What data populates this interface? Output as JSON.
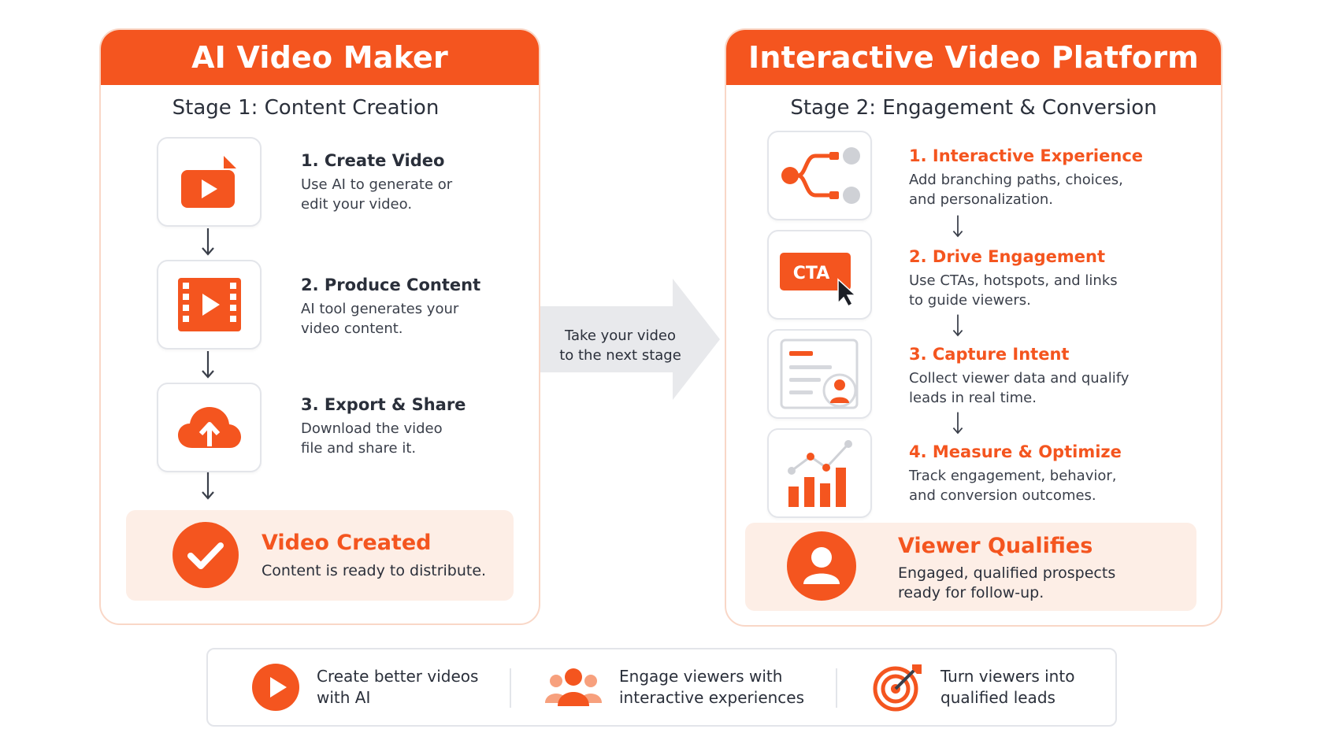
{
  "left_panel": {
    "header": "AI Video Maker",
    "stage": "Stage 1: Content Creation",
    "steps": [
      {
        "title": "1. Create Video",
        "desc": "Use AI to generate or\nedit your video.",
        "icon": "video-play-icon"
      },
      {
        "title": "2. Produce Content",
        "desc": "AI tool generates your\nvideo content.",
        "icon": "film-strip-icon"
      },
      {
        "title": "3. Export & Share",
        "desc": "Download the video\nfile and share it.",
        "icon": "cloud-upload-icon"
      }
    ],
    "result": {
      "title": "Video Created",
      "desc": "Content is ready to distribute.",
      "icon": "checkmark-icon"
    }
  },
  "transition": {
    "text": "Take your video\nto the next stage"
  },
  "right_panel": {
    "header": "Interactive Video Platform",
    "stage": "Stage 2: Engagement & Conversion",
    "steps": [
      {
        "title": "1. Interactive Experience",
        "desc": "Add branching paths, choices,\nand personalization.",
        "icon": "branching-icon"
      },
      {
        "title": "2. Drive Engagement",
        "desc": "Use CTAs, hotspots, and links\nto guide viewers.",
        "icon": "cta-button-icon",
        "badge": "CTA"
      },
      {
        "title": "3. Capture Intent",
        "desc": "Collect viewer data and qualify\nleads in real time.",
        "icon": "lead-form-icon"
      },
      {
        "title": "4. Measure & Optimize",
        "desc": "Track engagement, behavior,\nand conversion outcomes.",
        "icon": "analytics-chart-icon"
      }
    ],
    "result": {
      "title": "Viewer Qualifies",
      "desc": "Engaged, qualified prospects\nready for follow-up.",
      "icon": "user-icon"
    }
  },
  "benefits": [
    {
      "text": "Create better videos\nwith AI",
      "icon": "play-circle-icon"
    },
    {
      "text": "Engage viewers with\ninteractive experiences",
      "icon": "people-group-icon"
    },
    {
      "text": "Turn viewers into\nqualified leads",
      "icon": "target-icon"
    }
  ],
  "colors": {
    "accent": "#f4551f",
    "accent_light": "#fdeee6",
    "text": "#2a2f3a",
    "border": "#e3e5ea"
  }
}
